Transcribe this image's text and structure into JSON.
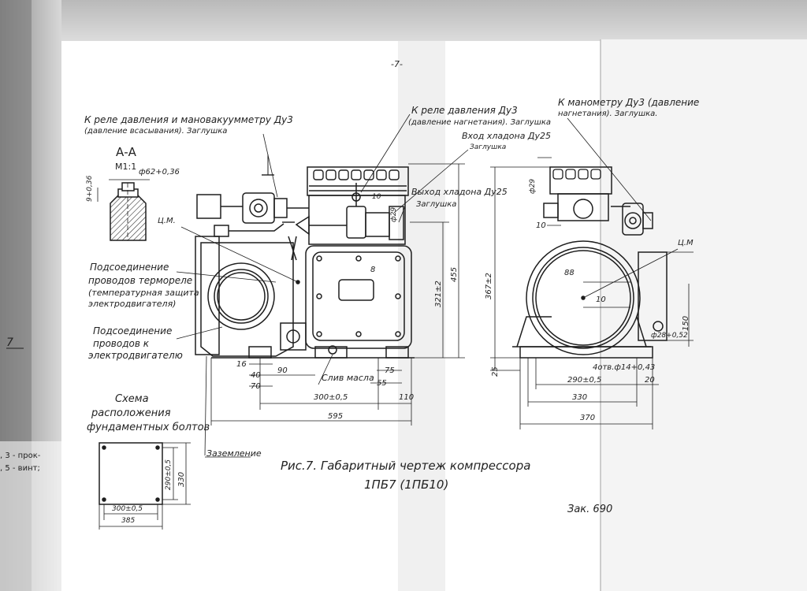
{
  "page_number": "-7-",
  "margin_number": "7",
  "margin_fragments": [
    ", 3 - прок-",
    ", 5 - винт;"
  ],
  "section": {
    "title": "А-А",
    "scale": "М1:1",
    "dim_diameter": "ф62+0,36",
    "dim_height": "9+0,36"
  },
  "callouts": {
    "relay_suction_line1": "К реле давления и мановакуумметру Ду3",
    "relay_suction_line2": "(давление всасывания). Заглушка",
    "relay_discharge_line1": "К реле давления Ду3",
    "relay_discharge_line2": "(давление нагнетания). Заглушка",
    "inlet_line1": "Вход хладона Ду25",
    "inlet_line2": "Заглушка",
    "outlet_line1": "Выход хладона Ду25",
    "outlet_line2": "Заглушка",
    "manometer_line1": "К манометру Ду3 (давление",
    "manometer_line2": "нагнетания). Заглушка.",
    "cm_front": "Ц.М.",
    "cm_side": "Ц.М",
    "thermal_line1": "Подсоединение",
    "thermal_line2": "проводов термореле",
    "thermal_line3": "(температурная защита",
    "thermal_line4": "электродвигателя)",
    "motor_line1": "Подсоединение",
    "motor_line2": "проводов к",
    "motor_line3": "электродвигателю",
    "oil_drain": "Слив масла",
    "grounding": "Заземление"
  },
  "front_dims": {
    "d10_top": "10",
    "d29": "ф29",
    "d8": "8",
    "d16": "16",
    "d40": "40",
    "d70": "70",
    "d90": "90",
    "d300": "300±0,5",
    "d110": "110",
    "d595": "595",
    "d55": "55",
    "d75": "75",
    "d321": "321±2",
    "d455": "455"
  },
  "side_dims": {
    "d29": "ф29",
    "d10": "10",
    "d88": "88",
    "d10b": "10",
    "d367": "367±2",
    "d25": "25",
    "d150": "150",
    "d28": "ф28+0,52",
    "holes": "4отв.ф14+0,43",
    "d290": "290±0,5",
    "d20": "20",
    "d330": "330",
    "d370": "370"
  },
  "foundation": {
    "title_line1": "Схема",
    "title_line2": "расположения",
    "title_line3": "фундаментных болтов",
    "d290": "290±0,5",
    "d330": "330",
    "d300": "300±0,5",
    "d385": "385"
  },
  "caption": {
    "line1": "Рис.7. Габаритный чертеж компрессора",
    "line2": "1ПБ7 (1ПБ10)"
  },
  "order_number": "Зак. 690"
}
